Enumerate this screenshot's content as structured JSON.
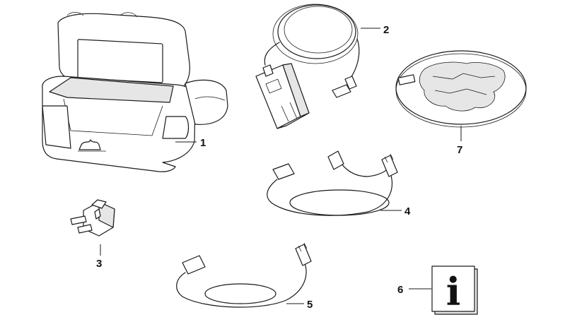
{
  "callouts": {
    "c1": "1",
    "c2": "2",
    "c3": "3",
    "c4": "4",
    "c5": "5",
    "c6": "6",
    "c7": "7"
  },
  "parts": {
    "bag": "carry-bag",
    "charger": "charger-adapter",
    "plug": "plug-adapter",
    "cable4": "connection-cable-y",
    "cable5": "connection-cable",
    "info": "info-booklet",
    "cd": "navigation-cd"
  },
  "icons": {
    "info_glyph": "i"
  }
}
